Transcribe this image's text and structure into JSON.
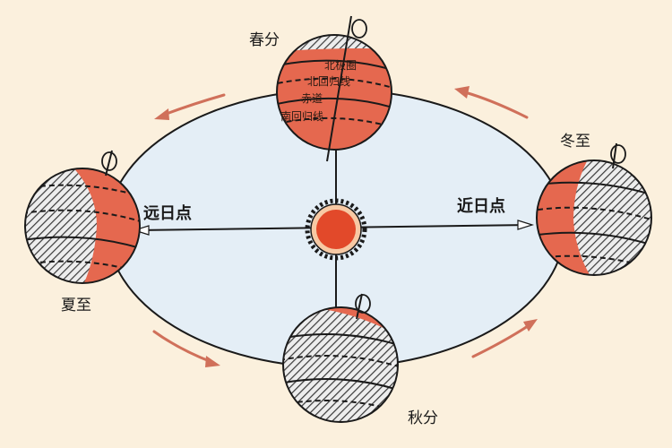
{
  "seasons": {
    "spring_equinox": "春分",
    "summer_solstice": "夏至",
    "autumn_equinox": "秋分",
    "winter_solstice": "冬至"
  },
  "points": {
    "left": "远日点",
    "right": "近日点"
  },
  "earth_lines": {
    "arctic_circle": "北极圈",
    "tropic_of_cancer": "北回归线",
    "equator": "赤道",
    "tropic_of_capricorn": "南回归线"
  },
  "colors": {
    "background": "#fbf0dd",
    "orbit_fill": "#e4eef6",
    "lit": "#e5684f",
    "sun": "#e2492a",
    "arrow": "#d0705a"
  }
}
